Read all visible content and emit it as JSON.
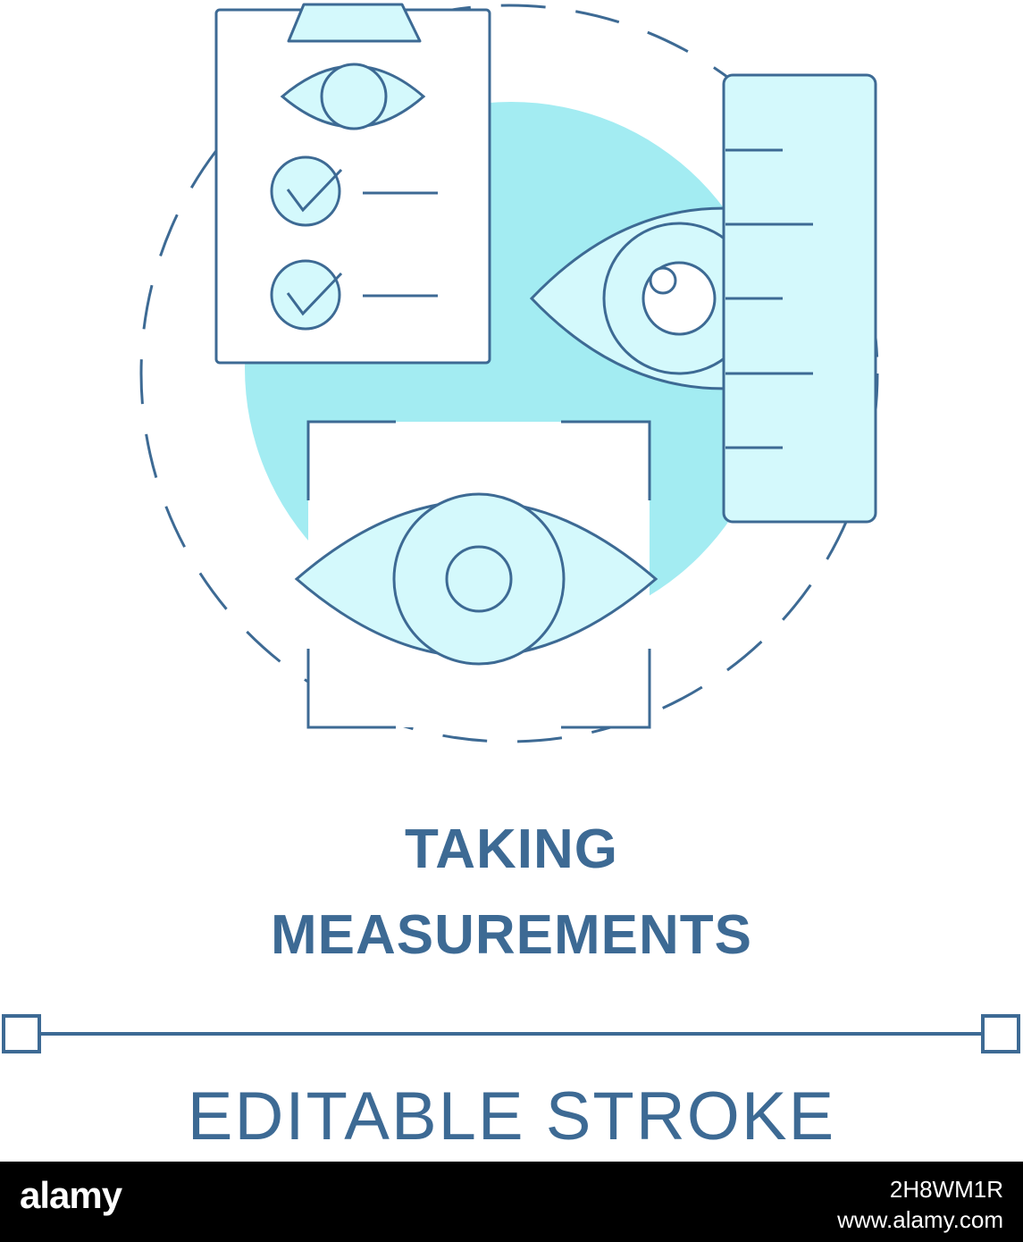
{
  "title": {
    "line1": "TAKING",
    "line2": "MEASUREMENTS"
  },
  "caption": "EDITABLE STROKE",
  "footer": {
    "logo": "alamy",
    "image_id": "2H8WM1R",
    "url": "www.alamy.com"
  },
  "colors": {
    "stroke": "#3d6a94",
    "fill_light": "#d4f9fc",
    "accent_circle": "#a3ecf2",
    "footer_bg": "#000000"
  },
  "icons": [
    "clipboard-icon",
    "eye-icon",
    "checkmark-icon",
    "ruler-icon",
    "scan-frame-icon",
    "dashed-circle"
  ]
}
